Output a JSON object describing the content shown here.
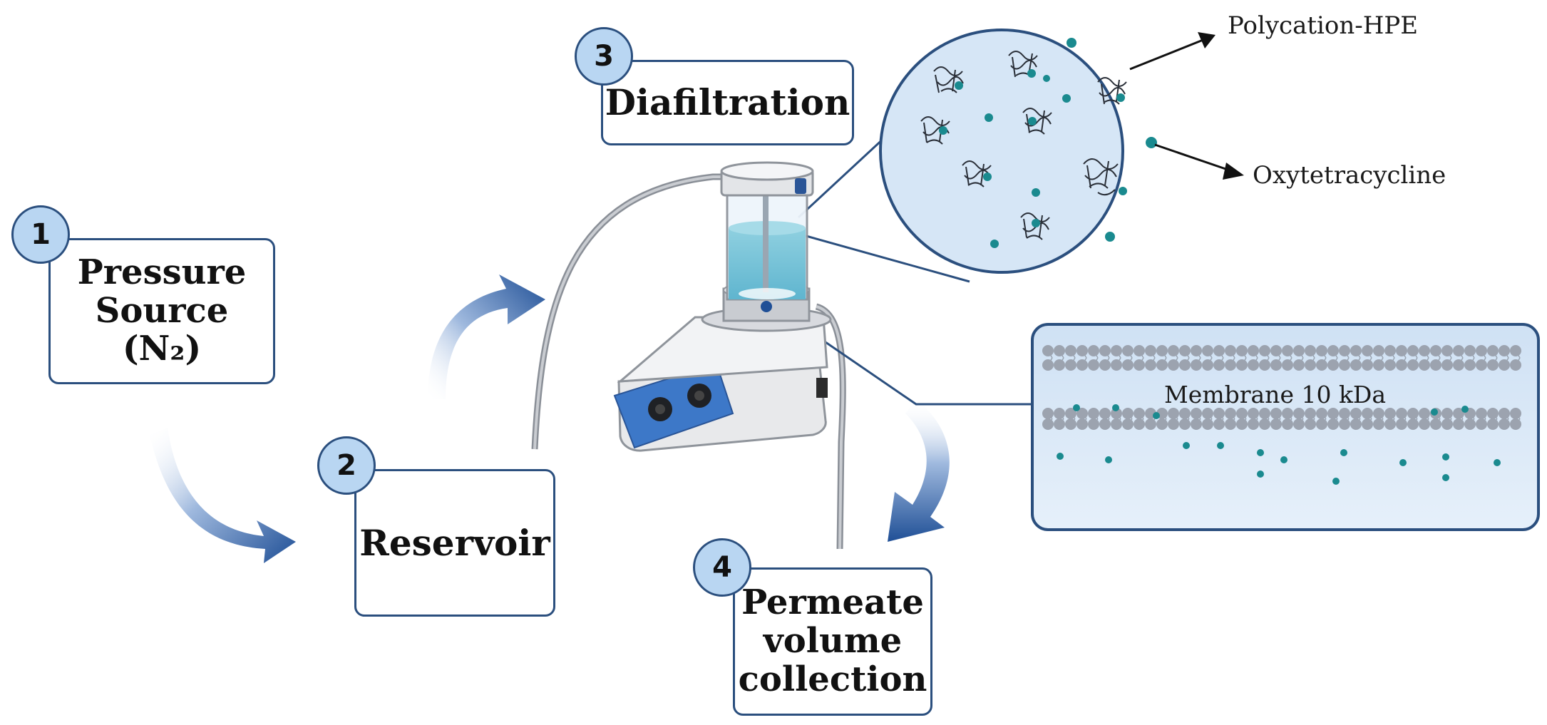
{
  "steps": [
    {
      "number": "1",
      "lines": [
        "Pressure",
        "Source (N₂)"
      ]
    },
    {
      "number": "2",
      "lines": [
        "Reservoir"
      ]
    },
    {
      "number": "3",
      "lines": [
        "Diafiltration"
      ]
    },
    {
      "number": "4",
      "lines": [
        "Permeate",
        "volume",
        "collection"
      ]
    }
  ],
  "labels": {
    "polycation": "Polycation-HPE",
    "oxytetracycline": "Oxytetracycline",
    "membrane": "Membrane 10 kDa"
  },
  "colors": {
    "box_border": "#2b4f7e",
    "number_fill": "#b9d6f2",
    "arrow": "#2a5597",
    "zoom_fill": "#d6e6f6",
    "dot": "#1a8a8f",
    "device_blue": "#3d78c8"
  }
}
